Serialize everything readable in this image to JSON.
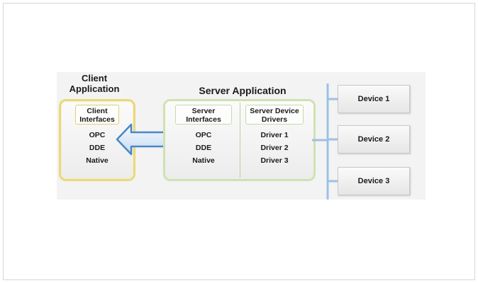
{
  "client": {
    "title_line1": "Client",
    "title_line2": "Application",
    "interfaces_line1": "Client",
    "interfaces_line2": "Interfaces",
    "items": [
      "OPC",
      "DDE",
      "Native"
    ]
  },
  "server": {
    "title": "Server Application",
    "interfaces_line1": "Server",
    "interfaces_line2": "Interfaces",
    "interface_items": [
      "OPC",
      "DDE",
      "Native"
    ],
    "drivers_line1": "Server Device",
    "drivers_line2": "Drivers",
    "driver_items": [
      "Driver 1",
      "Driver 2",
      "Driver 3"
    ]
  },
  "devices": [
    "Device 1",
    "Device 2",
    "Device 3"
  ],
  "colors": {
    "client_border": "#e8d97e",
    "server_border": "#cfe2b2",
    "arrow_fill": "#dbe9f6",
    "arrow_stroke": "#4a86c6",
    "bus": "#9ec0e6"
  }
}
